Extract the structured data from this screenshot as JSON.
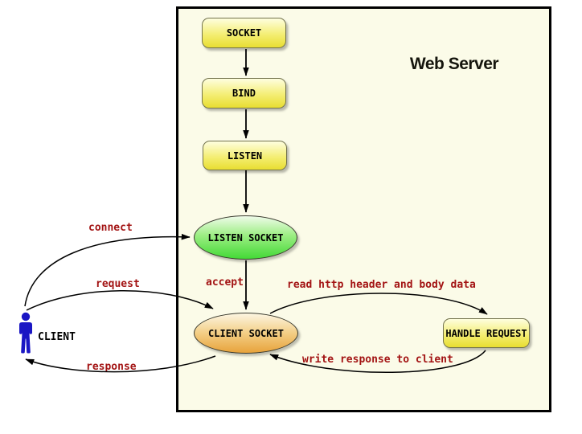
{
  "colors": {
    "server_bg": "#FBFBE8",
    "node_yellow_top": "#FEFEDF",
    "node_yellow_bottom": "#E8DE32",
    "ellipse_green_top": "#EFFBEA",
    "ellipse_green_bottom": "#43D936",
    "ellipse_orange_top": "#FCF6E2",
    "ellipse_orange_bottom": "#E8A33B",
    "edge_label": "#A31414",
    "client_blue": "#1A16C4"
  },
  "diagram": {
    "title": "Web Server",
    "nodes": {
      "socket": "SOCKET",
      "bind": "BIND",
      "listen": "LISTEN",
      "listen_socket": "LISTEN SOCKET",
      "client_socket": "CLIENT SOCKET",
      "handle_request": "HANDLE REQUEST"
    },
    "actor": {
      "client": "CLIENT"
    },
    "edge_labels": {
      "connect": "connect",
      "request": "request",
      "response": "response",
      "accept": "accept",
      "read_http": "read http header and body data",
      "write_response": "write response to client"
    }
  }
}
